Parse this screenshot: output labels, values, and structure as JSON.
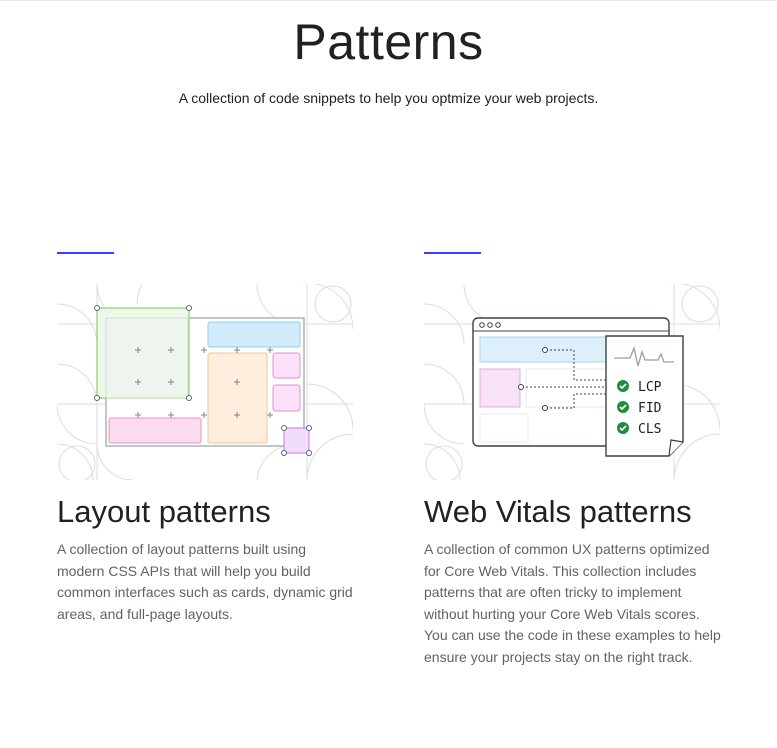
{
  "header": {
    "title": "Patterns",
    "subtitle": "A collection of code snippets to help you optmize your web projects."
  },
  "cards": [
    {
      "title": "Layout patterns",
      "description": "A collection of layout patterns built using modern CSS APIs that will help you build common interfaces such as cards, dynamic grid areas, and full-page layouts.",
      "illustration": "layout-patterns-illustration"
    },
    {
      "title": "Web Vitals patterns",
      "description": "A collection of common UX patterns optimized for Core Web Vitals. This collection includes patterns that are often tricky to implement without hurting your Core Web Vitals scores. You can use the code in these examples to help ensure your projects stay on the right track.",
      "illustration": "web-vitals-illustration",
      "metrics": [
        "LCP",
        "FID",
        "CLS"
      ]
    }
  ],
  "colors": {
    "accent": "#3740ff",
    "text": "#202124",
    "muted_text": "#5f6368",
    "check_green": "#1e8e3e"
  }
}
